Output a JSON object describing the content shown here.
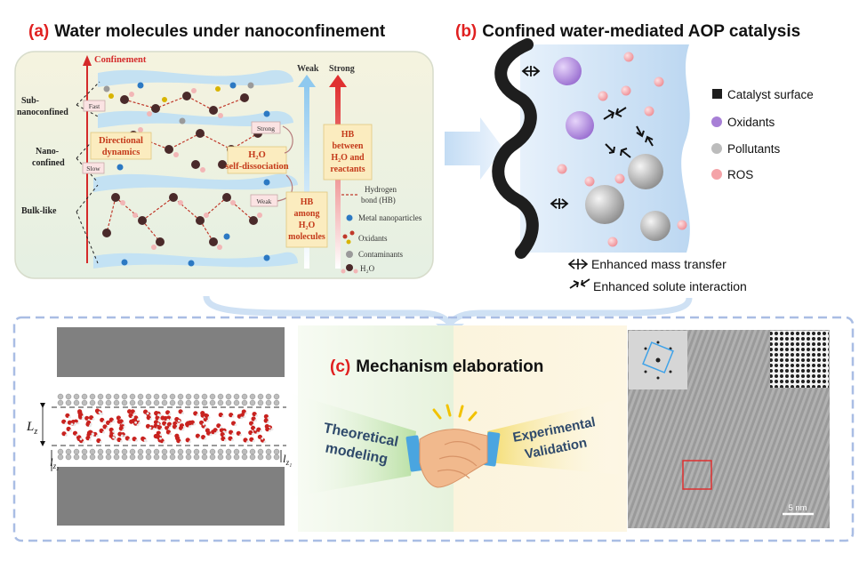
{
  "panel_a": {
    "letter": "(a)",
    "title": "Water molecules under nanoconfinement",
    "confinement_label": "Confinement",
    "regions": [
      "Sub-",
      "nanoconfined",
      "Nano-",
      "confined",
      "Bulk-like"
    ],
    "fast_label": "Fast",
    "slow_label": "Slow",
    "strong_label": "Strong",
    "weak_label": "Weak",
    "directional_box": [
      "Directional",
      "dynamics"
    ],
    "self_dissociation_box": [
      "H₂O",
      "self-dissociation"
    ],
    "arrow_weak": "Weak",
    "arrow_strong": "Strong",
    "hb_among_box": [
      "HB",
      "among",
      "H₂O",
      "molecules"
    ],
    "hb_between_box": [
      "HB",
      "between",
      "H₂O and",
      "reactants"
    ],
    "legend": {
      "hydrogen_bond": [
        "Hydrogen",
        "bond (HB)"
      ],
      "metal_np": "Metal nanoparticles",
      "oxidants": "Oxidants",
      "contaminants": "Contaminants",
      "water": "H₂O"
    }
  },
  "panel_b": {
    "letter": "(b)",
    "title": "Confined water-mediated AOP catalysis",
    "legend": [
      "Catalyst surface",
      "Oxidants",
      "Pollutants",
      "ROS"
    ],
    "bottom_notes": [
      "Enhanced mass transfer",
      "Enhanced solute interaction"
    ]
  },
  "panel_c": {
    "letter": "(c)",
    "title": "Mechanism elaboration",
    "lz": "L",
    "lz_sub": "z",
    "lz1": "l",
    "lz1_sub": "z₁",
    "lz2": "l",
    "lz2_sub": "z₂",
    "left_ribbon": [
      "Theoretical",
      "modeling"
    ],
    "right_ribbon": [
      "Experimental",
      "Validation"
    ],
    "scale_bar": "5 nm"
  },
  "colors": {
    "title_red": "#e02020",
    "oxidant_purple": "#a77fd6",
    "ros_pink": "#f4a3a8",
    "catalyst_black": "#1e1e1e",
    "arrow_red": "#d42a2a",
    "arrow_blue": "#9fd0ee",
    "panel_a_bg": "#eef4e6",
    "panel_b_water": "#cfe3f6"
  }
}
